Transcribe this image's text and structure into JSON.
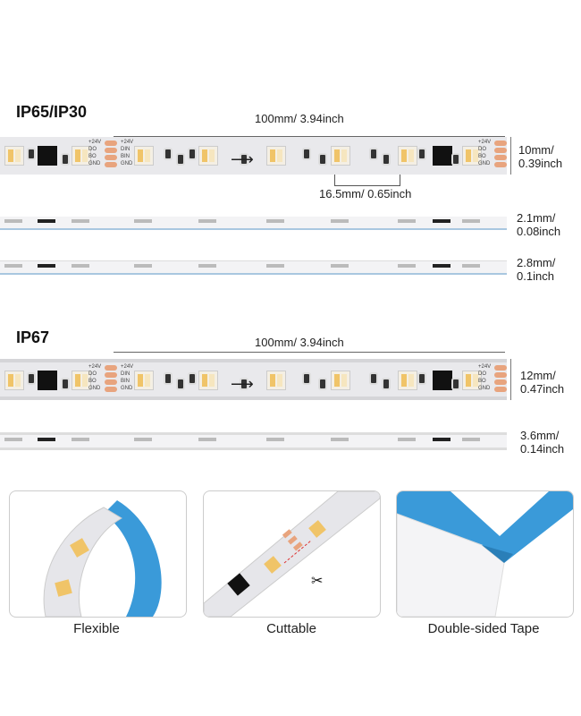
{
  "sections": [
    {
      "title": "IP65/IP30",
      "length": "100mm/ 3.94inch",
      "width_label": [
        "10mm/",
        "0.39inch"
      ],
      "pitch": "16.5mm/ 0.65inch",
      "profiles": [
        {
          "label": [
            "2.1mm/",
            "0.08inch"
          ]
        },
        {
          "label": [
            "2.8mm/",
            "0.1inch"
          ]
        }
      ]
    },
    {
      "title": "IP67",
      "length": "100mm/ 3.94inch",
      "width_label": [
        "12mm/",
        "0.47inch"
      ],
      "profiles": [
        {
          "label": [
            "3.6mm/",
            "0.14inch"
          ]
        }
      ]
    }
  ],
  "pads": {
    "left": [
      "+24V",
      "DO",
      "BO",
      "GND"
    ],
    "right": [
      "+24V",
      "DIN",
      "BIN",
      "GND"
    ]
  },
  "features": [
    {
      "label": "Flexible"
    },
    {
      "label": "Cuttable"
    },
    {
      "label": "Double-sided Tape"
    }
  ],
  "colors": {
    "tape": "#3a9ad9",
    "pad": "#e8a47e",
    "led_warm": "#f0c468"
  }
}
